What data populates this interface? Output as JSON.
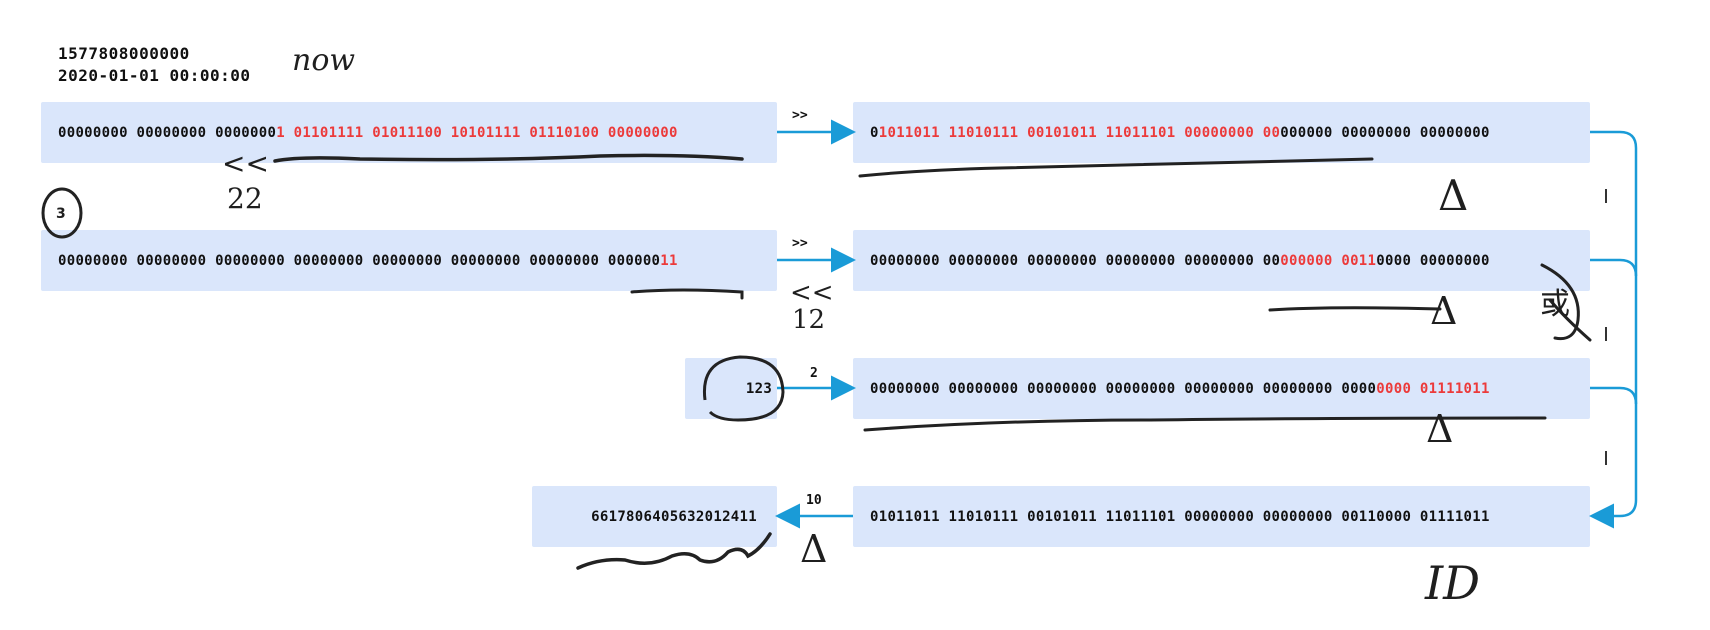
{
  "header": {
    "timestamp_ms": "1577808000000",
    "datetime": "2020-01-01 00:00:00",
    "note": "now"
  },
  "rows": [
    {
      "left_segments": [
        {
          "text": "00000000 00000000 0000000",
          "hl": false
        },
        {
          "text": "1 01101111 01011100 10101111 01110100 00000000",
          "hl": true
        }
      ],
      "op": ">>",
      "right_segments": [
        {
          "text": "0",
          "hl": false
        },
        {
          "text": "1011011 11010111 00101011 11011101 00000000 00",
          "hl": true
        },
        {
          "text": "000000 00000000 00000000",
          "hl": false
        }
      ],
      "note_under_op": [
        "<<",
        "22"
      ]
    },
    {
      "left_segments": [
        {
          "text": "00000000 00000000 00000000 00000000 00000000 00000000 00000000 000000",
          "hl": false
        },
        {
          "text": "11",
          "hl": true
        }
      ],
      "op": ">>",
      "right_segments": [
        {
          "text": "00000000 00000000 00000000 00000000 00000000 00",
          "hl": false
        },
        {
          "text": "000000 0011",
          "hl": true
        },
        {
          "text": "0000 00000000",
          "hl": false
        }
      ],
      "note_under_op": [
        "<<",
        "12"
      ]
    },
    {
      "left_value": "123",
      "op": "2",
      "right_segments": [
        {
          "text": "00000000 00000000 00000000 00000000 00000000 00000000 0000",
          "hl": false
        },
        {
          "text": "0000 01111011",
          "hl": true
        }
      ]
    },
    {
      "result_value": "6617806405632012411",
      "op": "10",
      "binary": "01011011 11010111 00101011 11011101 00000000 00000000 00110000 01111011"
    }
  ],
  "annotations": {
    "circled_number": "3",
    "delta": "Δ",
    "or_symbol": "或",
    "or_ticks": [
      "|",
      "|",
      "|"
    ],
    "id_label": "ID"
  },
  "colors": {
    "box_fill": "#dae6fb",
    "highlight": "#ec3a3a",
    "arrow": "#1a9bd7",
    "ink": "#1f1f1f"
  }
}
